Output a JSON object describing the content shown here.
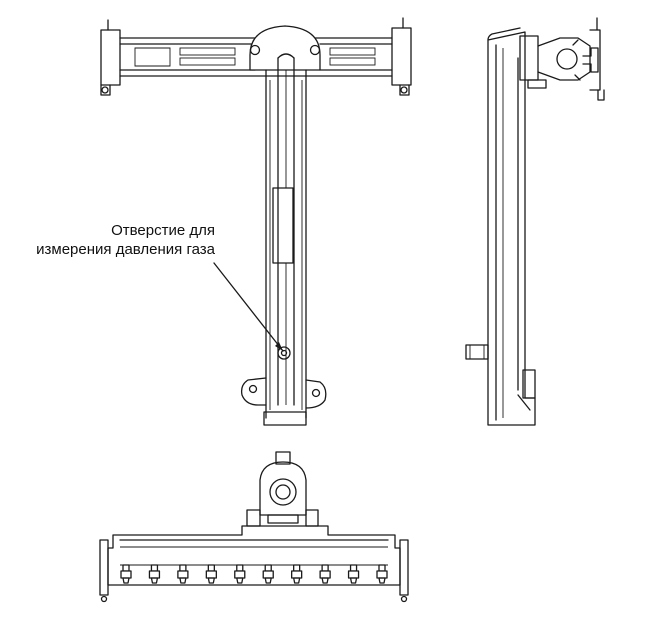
{
  "annotation": {
    "line1": "Отверстие для",
    "line2": "измерения давления газа"
  },
  "colors": {
    "line": "#1a1a1a",
    "background": "#ffffff"
  },
  "burner_nozzle_count": 10
}
